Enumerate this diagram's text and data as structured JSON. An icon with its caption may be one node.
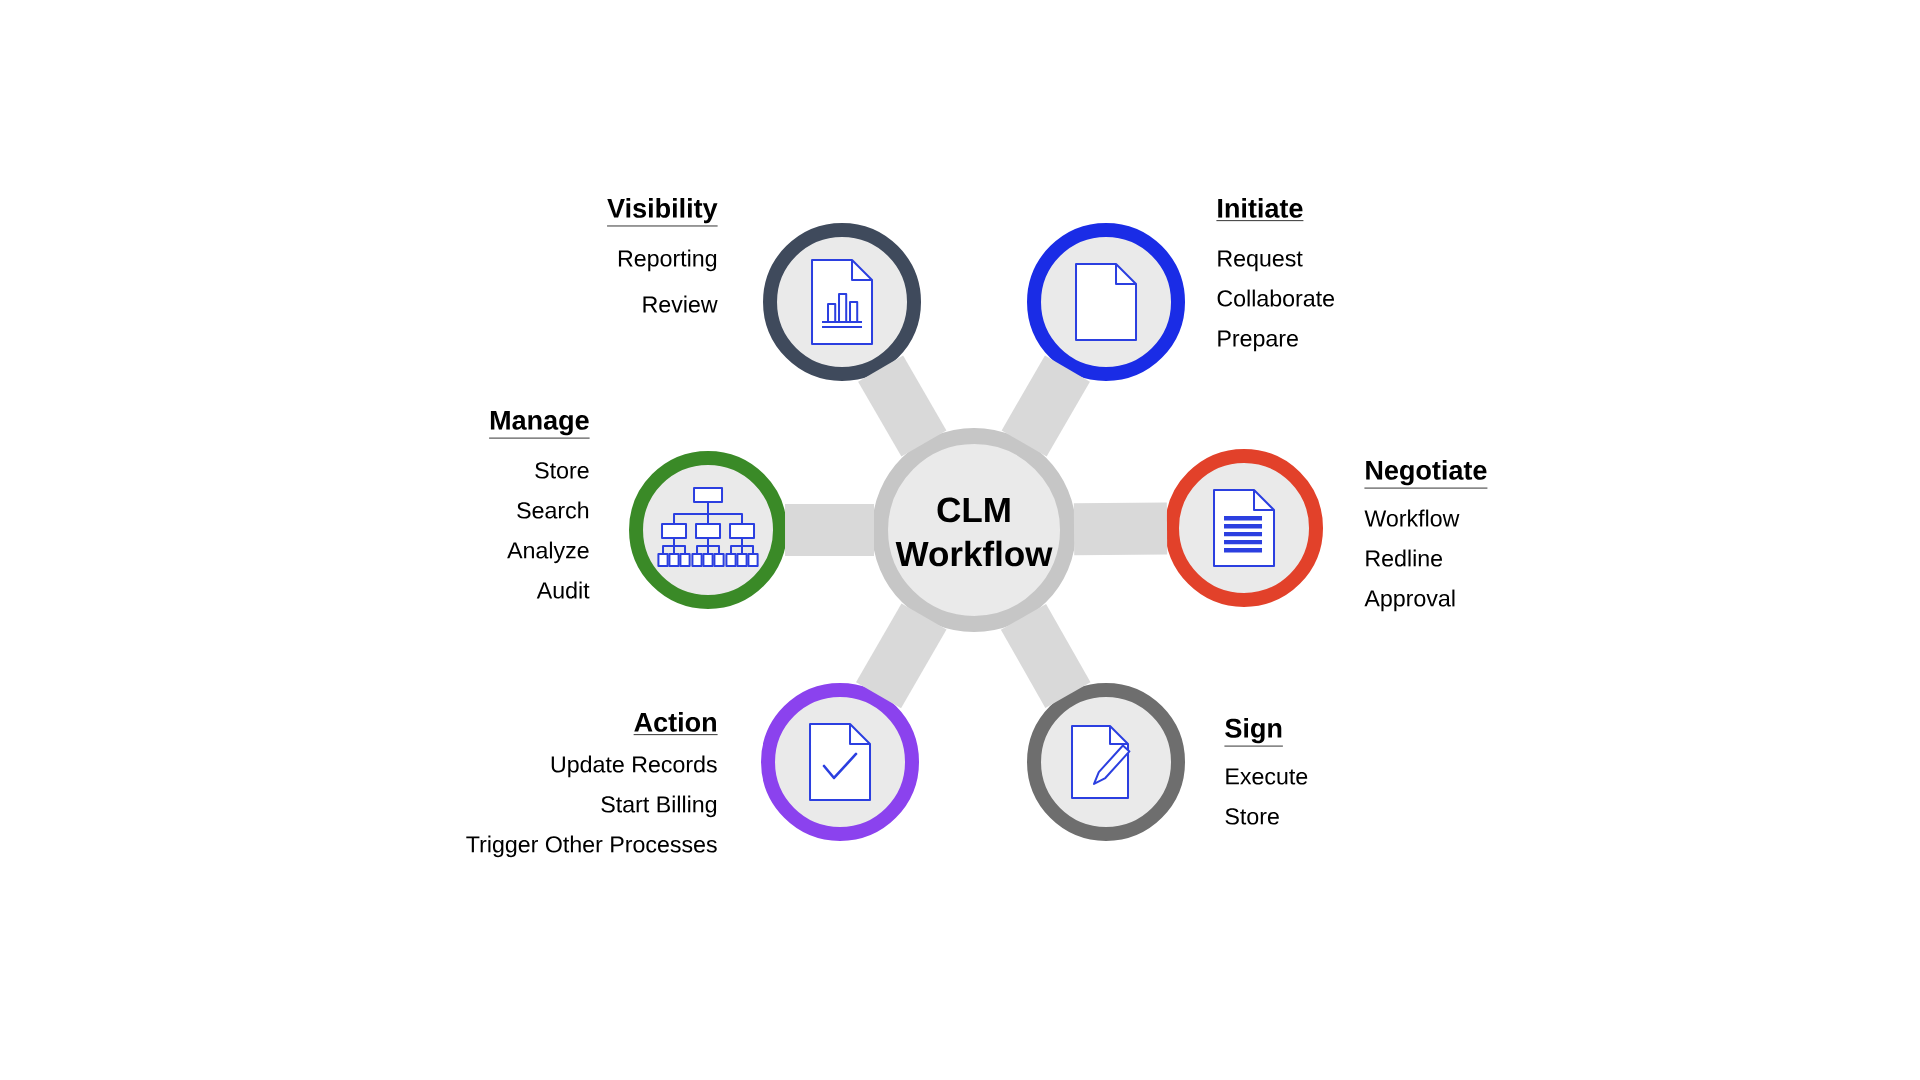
{
  "diagram": {
    "nodes": [
      {
        "text": [
          "Visibility",
          "Reporting",
          "Review"
        ]
      },
      {
        "text": [
          "Initiate",
          "Request",
          "Collaborate",
          "Prepare"
        ]
      },
      {
        "text": [
          "Manage",
          "Store",
          "Search",
          "Analyze",
          "Audit"
        ]
      },
      {
        "text": [
          "CLM Workflow"
        ]
      },
      {
        "text": [
          "Negotiate",
          "Workflow",
          "Redline",
          "Approval"
        ]
      },
      {
        "text": [
          "Action",
          "Update Records",
          "Start Billing",
          "Trigger Other Processes"
        ]
      },
      {
        "text": [
          "Sign",
          "Execute",
          "Store"
        ]
      }
    ],
    "edges": [
      {
        "from": 3,
        "to": 0,
        "arrow": "none"
      },
      {
        "from": 3,
        "to": 1,
        "arrow": "none"
      },
      {
        "from": 3,
        "to": 2,
        "arrow": "none"
      },
      {
        "from": 3,
        "to": 4,
        "arrow": "none"
      },
      {
        "from": 3,
        "to": 5,
        "arrow": "none"
      },
      {
        "from": 3,
        "to": 6,
        "arrow": "none"
      }
    ]
  }
}
